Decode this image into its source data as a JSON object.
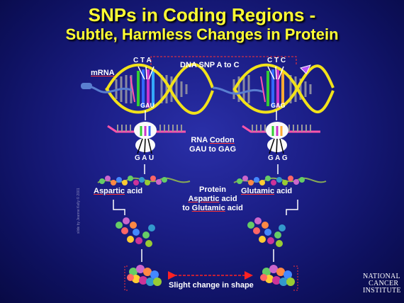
{
  "title": "SNPs in Coding Regions -",
  "subtitle": "Subtle, Harmless Changes in Protein",
  "dna": {
    "left_codon": "C T A",
    "right_codon": "C T C",
    "left_mrna_codon": "GAU",
    "right_mrna_codon": "GAG",
    "snp_label": "DNA SNP A to C",
    "mrna_label": "mRNA"
  },
  "rna": {
    "label_line1_prefix": "RNA ",
    "label_line1_underlined": "Codon",
    "label_line2": "GAU to GAG",
    "left_codon": "G A U",
    "right_codon": "G A G"
  },
  "protein": {
    "left_aa_underlined": "Aspartic",
    "left_aa_rest": " acid",
    "right_aa_underlined": "Glutamic",
    "right_aa_rest": " acid",
    "center_line1": "Protein",
    "center_line2_underlined": "Aspartic",
    "center_line2_rest": " acid",
    "center_line3_prefix": "to ",
    "center_line3_underlined": "Glutamic",
    "center_line3_rest": " acid"
  },
  "shape_label": "Slight  change in shape",
  "logo": {
    "line1": "NATIONAL",
    "line2": "CANCER",
    "line3": "INSTITUTE"
  },
  "credit": "slide by Jeanne Kelly © 2001",
  "colors": {
    "title": "#ffff33",
    "arrow": "#ff2222",
    "helix": "#f2e21a",
    "background": "#1b1e86"
  }
}
